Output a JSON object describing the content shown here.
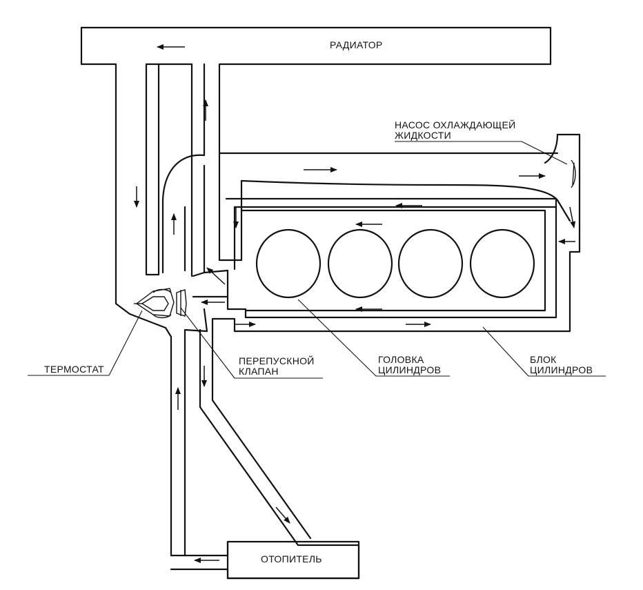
{
  "labels": {
    "radiator": "РАДИАТОР",
    "pump_line1": "НАСОС ОХЛАЖДАЮЩЕЙ",
    "pump_line2": "ЖИДКОСТИ",
    "thermostat": "ТЕРМОСТАТ",
    "bypass_line1": "ПЕРЕПУСКНОЙ",
    "bypass_line2": "КЛАПАН",
    "head_line1": "ГОЛОВКА",
    "head_line2": "ЦИЛИНДРОВ",
    "block_line1": "БЛОК",
    "block_line2": "ЦИЛИНДРОВ",
    "heater": "ОТОПИТЕЛЬ"
  },
  "cylinders": [
    {
      "name": "cylinder-1"
    },
    {
      "name": "cylinder-2"
    },
    {
      "name": "cylinder-3"
    },
    {
      "name": "cylinder-4"
    }
  ],
  "colors": {
    "line": "#111111",
    "background": "#ffffff"
  }
}
